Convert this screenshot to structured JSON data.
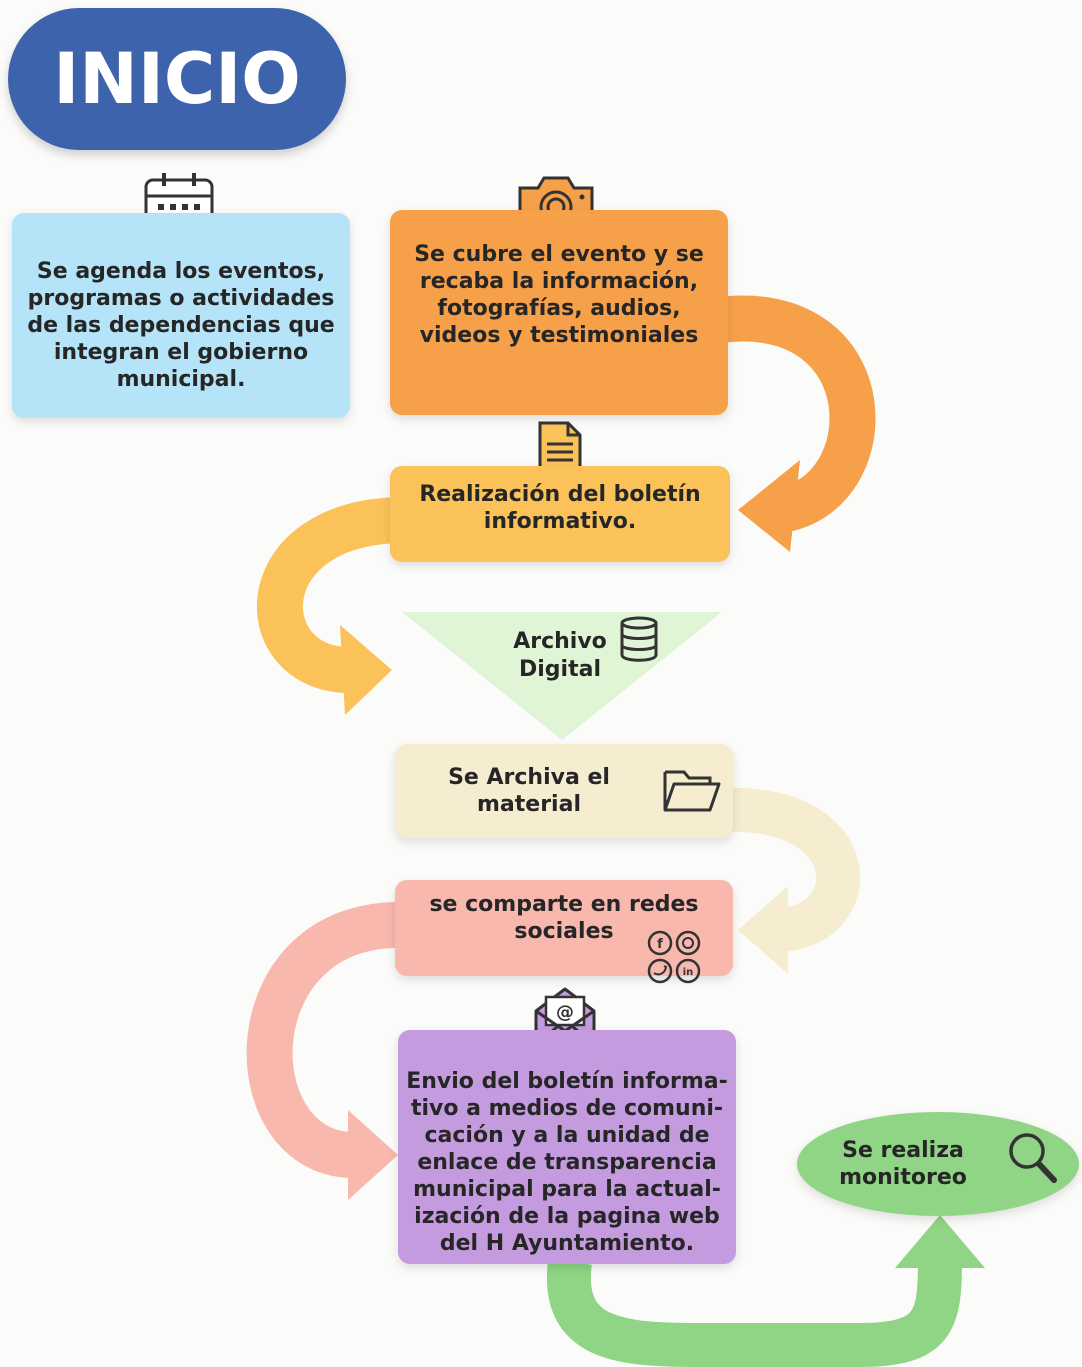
{
  "title": "INICIO",
  "steps": {
    "agenda": "Se agenda los eventos,\nprogramas o actividades\nde las dependencias que\nintegran el gobierno\nmunicipal.",
    "cubre": "Se cubre el evento y se\nrecaba la información,\nfotografías, audios,\nvideos y testimoniales",
    "boletin": "Realización del boletín\ninformativo.",
    "archivo_digital": "Archivo\nDigital",
    "archiva": "Se Archiva el\nmaterial",
    "redes": "se comparte en redes\nsociales",
    "envio": "Envio del boletín informa-\ntivo a medios de comuni-\ncación y a la unidad de\nenlace de transparencia\nmunicipal para la actual-\nización de la pagina web\ndel H Ayuntamiento.",
    "monitoreo": "Se realiza\nmonitoreo"
  },
  "colors": {
    "title": "#3d63ad",
    "agenda": "#b5e3f7",
    "cubre": "#f7a04a",
    "boletin": "#fbc25a",
    "archivo_digital": "#dff5d6",
    "archiva": "#f6ecd0",
    "redes": "#f8b8ad",
    "envio": "#c59be0",
    "monitoreo": "#8fd585"
  },
  "icons": [
    "calendar-icon",
    "camera-icon",
    "document-icon",
    "database-icon",
    "folder-icon",
    "facebook-icon",
    "instagram-icon",
    "twitter-icon",
    "linkedin-icon",
    "email-icon",
    "search-icon"
  ]
}
